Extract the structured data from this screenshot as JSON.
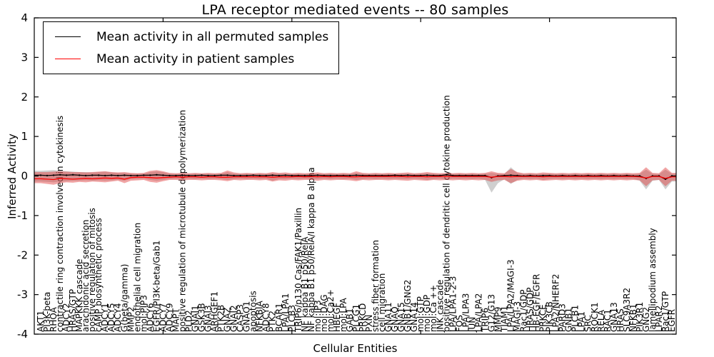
{
  "figure": {
    "title": "LPA receptor mediated events -- 80 samples",
    "xlabel": "Cellular Entities",
    "ylabel": "Inferred Activity"
  },
  "legend": {
    "items": [
      {
        "label": "Mean activity in all permuted samples",
        "color": "#000000"
      },
      {
        "label": "Mean activity in patient samples",
        "color": "#ff0000"
      }
    ],
    "position": "upper left"
  },
  "axes": {
    "ylim": [
      -4,
      4
    ],
    "yticks": [
      "4",
      "3",
      "2",
      "1",
      "0",
      "-1",
      "-2",
      "-3",
      "-4"
    ],
    "grid": false
  },
  "colors": {
    "permuted_line": "#000000",
    "patient_line": "#ff0000",
    "patient_band": "#e03838",
    "permuted_band": "#808080",
    "axis": "#000000"
  },
  "chart_data": {
    "type": "line",
    "title": "LPA receptor mediated events -- 80 samples",
    "xlabel": "Cellular Entities",
    "ylabel": "Inferred Activity",
    "ylim": [
      -4,
      4
    ],
    "grid": false,
    "legend_position": "upper left",
    "categories": [
      "AKT1",
      "PI3K-beta",
      "RHOA",
      "contractile ring contraction involved in cytokinesis",
      "ADCY2",
      "HRAS/GTP",
      "MAPKKK cascade",
      "arachidonic acid secretion",
      "positive regulation of mitosis",
      "cAMP biosynthetic process",
      "ADCY1",
      "ADCY5",
      "ADCY4",
      "G(beta/gamma)",
      "MMP2",
      "endothelial cell migration",
      "mol:PIP3",
      "ADCY6",
      "EGFR/PI3K-beta/Gab1",
      "ADCY7",
      "ADCY9",
      "MAPT",
      "positive regulation of microtubule depolymerization",
      "PLD2",
      "GNAI1",
      "GSK3B",
      "GNAI3",
      "ARHGEF1",
      "PTK2B",
      "GNAZ",
      "GNAI2",
      "CASP3",
      "GNAO1",
      "apoptosis",
      "NFKBIA",
      "ADCY8",
      "PTK2",
      "BCAR1",
      "LPA/LPA1",
      "PLCB3",
      "TRIP6/p130 Cas/FAK1/Paxillin",
      "NF kappa B1 p50/RelA",
      "NF kappa B1 p50/RelA/I kappa B alpha",
      "mol:IP3",
      "mol:DAG",
      "mol:Ca2+",
      "HBEGF",
      "mol:LPA",
      "GAB1",
      "PLCG1",
      "PRKCD",
      "PXN",
      "stress fiber formation",
      "cell migration",
      "GNA11",
      "GNAQ",
      "GNA15",
      "GNB1/GNG2",
      "GNA14",
      "mol:GTP",
      "mol:GDP",
      "mol:Ca ++",
      "JNK cascade",
      "positive regulation of dendritic cell cytokine production",
      "LPA/LPA1-2-3",
      "FOS",
      "LPA/LPA3",
      "JUN",
      "LPA/LPA2",
      "TRIP6",
      "G12/G13",
      "MMP9",
      "TIAM1",
      "LPA/LPA2/MAGI-3",
      "MAGI-3",
      "Rac1/GDP",
      "HRAS/GDP",
      "HB-EGF/EGFR",
      "PRKCE",
      "PIK3CB",
      "LPA2/NHERF2",
      "PARD3",
      "GNB1",
      "PLCB1",
      "LPA1",
      "SRC",
      "ROCK1",
      "RELA",
      "RAC1",
      "GNA13",
      "HRAS",
      "SLC9A3R2",
      "NFKB1",
      "PIK3R1",
      "GNG2",
      "lamellipodium assembly",
      "LPAR2",
      "Rac1/GTP",
      "EGFR"
    ],
    "series": [
      {
        "name": "Mean activity in all permuted samples",
        "color": "#000000",
        "values": [
          0.02,
          0.01,
          0.02,
          0.03,
          0.02,
          0.03,
          0.02,
          0.01,
          0.02,
          0.02,
          0.01,
          0.02,
          0.01,
          0.02,
          0.01,
          0.01,
          0.02,
          0.02,
          0.03,
          0.02,
          0.01,
          0.01,
          0.02,
          0.01,
          0.01,
          0.02,
          0.01,
          0.01,
          0.02,
          0.02,
          0.01,
          0.01,
          0.01,
          0.02,
          0.01,
          0.01,
          0.02,
          0.01,
          0.02,
          0.01,
          0.01,
          0.01,
          0.01,
          0.02,
          0.01,
          0.01,
          0.01,
          0.01,
          0.01,
          0.02,
          0.01,
          0.01,
          0.01,
          0.01,
          0.01,
          0.02,
          0.01,
          0.02,
          0.01,
          0.01,
          0.02,
          0.01,
          0.01,
          0.03,
          0.01,
          0.01,
          0.01,
          0.01,
          0.01,
          0.01,
          -0.04,
          0.0,
          0.01,
          0.02,
          0.01,
          0.0,
          0.01,
          0.0,
          0.01,
          0.01,
          0.0,
          0.01,
          0.0,
          0.01,
          0.0,
          0.01,
          0.0,
          0.01,
          0.0,
          0.01,
          0.0,
          0.01,
          0.0,
          0.0,
          -0.06,
          0.0,
          0.0,
          -0.08,
          0.0
        ]
      },
      {
        "name": "Mean activity in patient samples",
        "color": "#ff0000",
        "values": [
          -0.07,
          -0.08,
          -0.09,
          -0.06,
          -0.07,
          -0.08,
          -0.07,
          -0.06,
          -0.07,
          -0.06,
          -0.05,
          -0.06,
          -0.05,
          -0.08,
          -0.04,
          -0.03,
          -0.03,
          -0.04,
          -0.05,
          -0.04,
          -0.03,
          -0.02,
          -0.03,
          -0.02,
          -0.02,
          -0.03,
          -0.02,
          -0.02,
          -0.03,
          -0.03,
          -0.02,
          -0.02,
          -0.02,
          -0.02,
          -0.02,
          -0.02,
          -0.03,
          -0.02,
          -0.02,
          -0.02,
          -0.01,
          -0.02,
          -0.01,
          -0.02,
          -0.01,
          -0.02,
          -0.01,
          -0.01,
          -0.02,
          -0.02,
          -0.01,
          -0.01,
          -0.01,
          -0.01,
          -0.01,
          -0.01,
          -0.01,
          -0.02,
          -0.01,
          -0.01,
          -0.02,
          -0.01,
          -0.01,
          -0.01,
          -0.01,
          -0.01,
          -0.01,
          -0.01,
          -0.01,
          -0.01,
          -0.03,
          -0.01,
          -0.01,
          -0.02,
          -0.01,
          -0.01,
          -0.01,
          -0.01,
          -0.02,
          -0.01,
          -0.01,
          -0.01,
          -0.01,
          -0.01,
          -0.01,
          -0.01,
          -0.01,
          -0.01,
          -0.01,
          -0.01,
          -0.01,
          -0.01,
          -0.01,
          -0.02,
          -0.05,
          -0.01,
          -0.01,
          -0.06,
          -0.02
        ]
      }
    ],
    "bands": [
      {
        "name": "permuted-samples-range",
        "color": "#808080",
        "opacity": 0.38,
        "upper": [
          0.13,
          0.14,
          0.15,
          0.13,
          0.12,
          0.11,
          0.1,
          0.1,
          0.09,
          0.1,
          0.11,
          0.09,
          0.08,
          0.08,
          0.06,
          0.06,
          0.06,
          0.1,
          0.12,
          0.1,
          0.06,
          0.05,
          0.06,
          0.05,
          0.06,
          0.05,
          0.06,
          0.05,
          0.06,
          0.1,
          0.06,
          0.05,
          0.06,
          0.05,
          0.06,
          0.05,
          0.07,
          0.06,
          0.06,
          0.05,
          0.06,
          0.05,
          0.06,
          0.06,
          0.05,
          0.06,
          0.05,
          0.06,
          0.05,
          0.08,
          0.06,
          0.05,
          0.06,
          0.05,
          0.06,
          0.05,
          0.06,
          0.06,
          0.05,
          0.06,
          0.07,
          0.06,
          0.05,
          0.06,
          0.05,
          0.06,
          0.05,
          0.06,
          0.05,
          0.06,
          0.08,
          0.06,
          0.05,
          0.22,
          0.08,
          0.05,
          0.06,
          0.05,
          0.06,
          0.06,
          0.05,
          0.06,
          0.05,
          0.06,
          0.05,
          0.06,
          0.05,
          0.06,
          0.05,
          0.06,
          0.05,
          0.06,
          0.05,
          0.06,
          0.16,
          0.06,
          0.05,
          0.16,
          0.06
        ],
        "lower": [
          -0.14,
          -0.15,
          -0.16,
          -0.14,
          -0.13,
          -0.12,
          -0.12,
          -0.11,
          -0.12,
          -0.11,
          -0.12,
          -0.11,
          -0.1,
          -0.12,
          -0.08,
          -0.08,
          -0.07,
          -0.1,
          -0.12,
          -0.1,
          -0.08,
          -0.07,
          -0.08,
          -0.07,
          -0.08,
          -0.07,
          -0.08,
          -0.07,
          -0.08,
          -0.1,
          -0.08,
          -0.07,
          -0.08,
          -0.07,
          -0.08,
          -0.07,
          -0.12,
          -0.08,
          -0.08,
          -0.07,
          -0.08,
          -0.07,
          -0.08,
          -0.08,
          -0.07,
          -0.08,
          -0.07,
          -0.08,
          -0.07,
          -0.1,
          -0.08,
          -0.07,
          -0.08,
          -0.07,
          -0.08,
          -0.07,
          -0.08,
          -0.08,
          -0.07,
          -0.08,
          -0.1,
          -0.08,
          -0.07,
          -0.1,
          -0.07,
          -0.08,
          -0.07,
          -0.08,
          -0.07,
          -0.1,
          -0.42,
          -0.18,
          -0.08,
          -0.2,
          -0.1,
          -0.07,
          -0.08,
          -0.07,
          -0.1,
          -0.08,
          -0.07,
          -0.08,
          -0.07,
          -0.08,
          -0.07,
          -0.08,
          -0.07,
          -0.08,
          -0.07,
          -0.08,
          -0.07,
          -0.08,
          -0.07,
          -0.12,
          -0.34,
          -0.12,
          -0.1,
          -0.34,
          -0.14
        ]
      },
      {
        "name": "patient-samples-range",
        "color": "#e03838",
        "opacity": 0.45,
        "upper": [
          0.1,
          0.1,
          0.11,
          0.12,
          0.11,
          0.1,
          0.1,
          0.09,
          0.1,
          0.11,
          0.12,
          0.1,
          0.09,
          0.1,
          0.08,
          0.07,
          0.08,
          0.13,
          0.15,
          0.12,
          0.08,
          0.07,
          0.08,
          0.07,
          0.08,
          0.07,
          0.08,
          0.07,
          0.08,
          0.14,
          0.09,
          0.07,
          0.08,
          0.07,
          0.08,
          0.07,
          0.1,
          0.08,
          0.09,
          0.07,
          0.08,
          0.07,
          0.08,
          0.09,
          0.07,
          0.08,
          0.07,
          0.08,
          0.07,
          0.12,
          0.08,
          0.07,
          0.08,
          0.07,
          0.08,
          0.07,
          0.08,
          0.09,
          0.07,
          0.08,
          0.1,
          0.08,
          0.07,
          0.08,
          0.07,
          0.08,
          0.07,
          0.08,
          0.07,
          0.08,
          0.12,
          0.08,
          0.07,
          0.18,
          0.1,
          0.07,
          0.08,
          0.07,
          0.09,
          0.08,
          0.07,
          0.08,
          0.07,
          0.08,
          0.07,
          0.08,
          0.07,
          0.08,
          0.07,
          0.08,
          0.07,
          0.08,
          0.07,
          0.08,
          0.22,
          0.08,
          0.07,
          0.22,
          0.08
        ],
        "lower": [
          -0.18,
          -0.2,
          -0.22,
          -0.18,
          -0.16,
          -0.17,
          -0.15,
          -0.16,
          -0.14,
          -0.15,
          -0.16,
          -0.14,
          -0.12,
          -0.18,
          -0.12,
          -0.11,
          -0.1,
          -0.15,
          -0.17,
          -0.13,
          -0.1,
          -0.1,
          -0.11,
          -0.1,
          -0.1,
          -0.11,
          -0.1,
          -0.1,
          -0.11,
          -0.13,
          -0.1,
          -0.11,
          -0.1,
          -0.1,
          -0.11,
          -0.1,
          -0.14,
          -0.11,
          -0.12,
          -0.1,
          -0.11,
          -0.1,
          -0.1,
          -0.12,
          -0.1,
          -0.11,
          -0.1,
          -0.1,
          -0.11,
          -0.13,
          -0.1,
          -0.11,
          -0.1,
          -0.1,
          -0.11,
          -0.1,
          -0.11,
          -0.12,
          -0.1,
          -0.11,
          -0.12,
          -0.1,
          -0.11,
          -0.1,
          -0.11,
          -0.1,
          -0.11,
          -0.1,
          -0.11,
          -0.1,
          -0.15,
          -0.11,
          -0.1,
          -0.18,
          -0.12,
          -0.1,
          -0.11,
          -0.1,
          -0.12,
          -0.11,
          -0.1,
          -0.11,
          -0.1,
          -0.11,
          -0.1,
          -0.11,
          -0.1,
          -0.11,
          -0.1,
          -0.11,
          -0.1,
          -0.11,
          -0.1,
          -0.11,
          -0.26,
          -0.11,
          -0.1,
          -0.26,
          -0.12
        ]
      }
    ]
  }
}
